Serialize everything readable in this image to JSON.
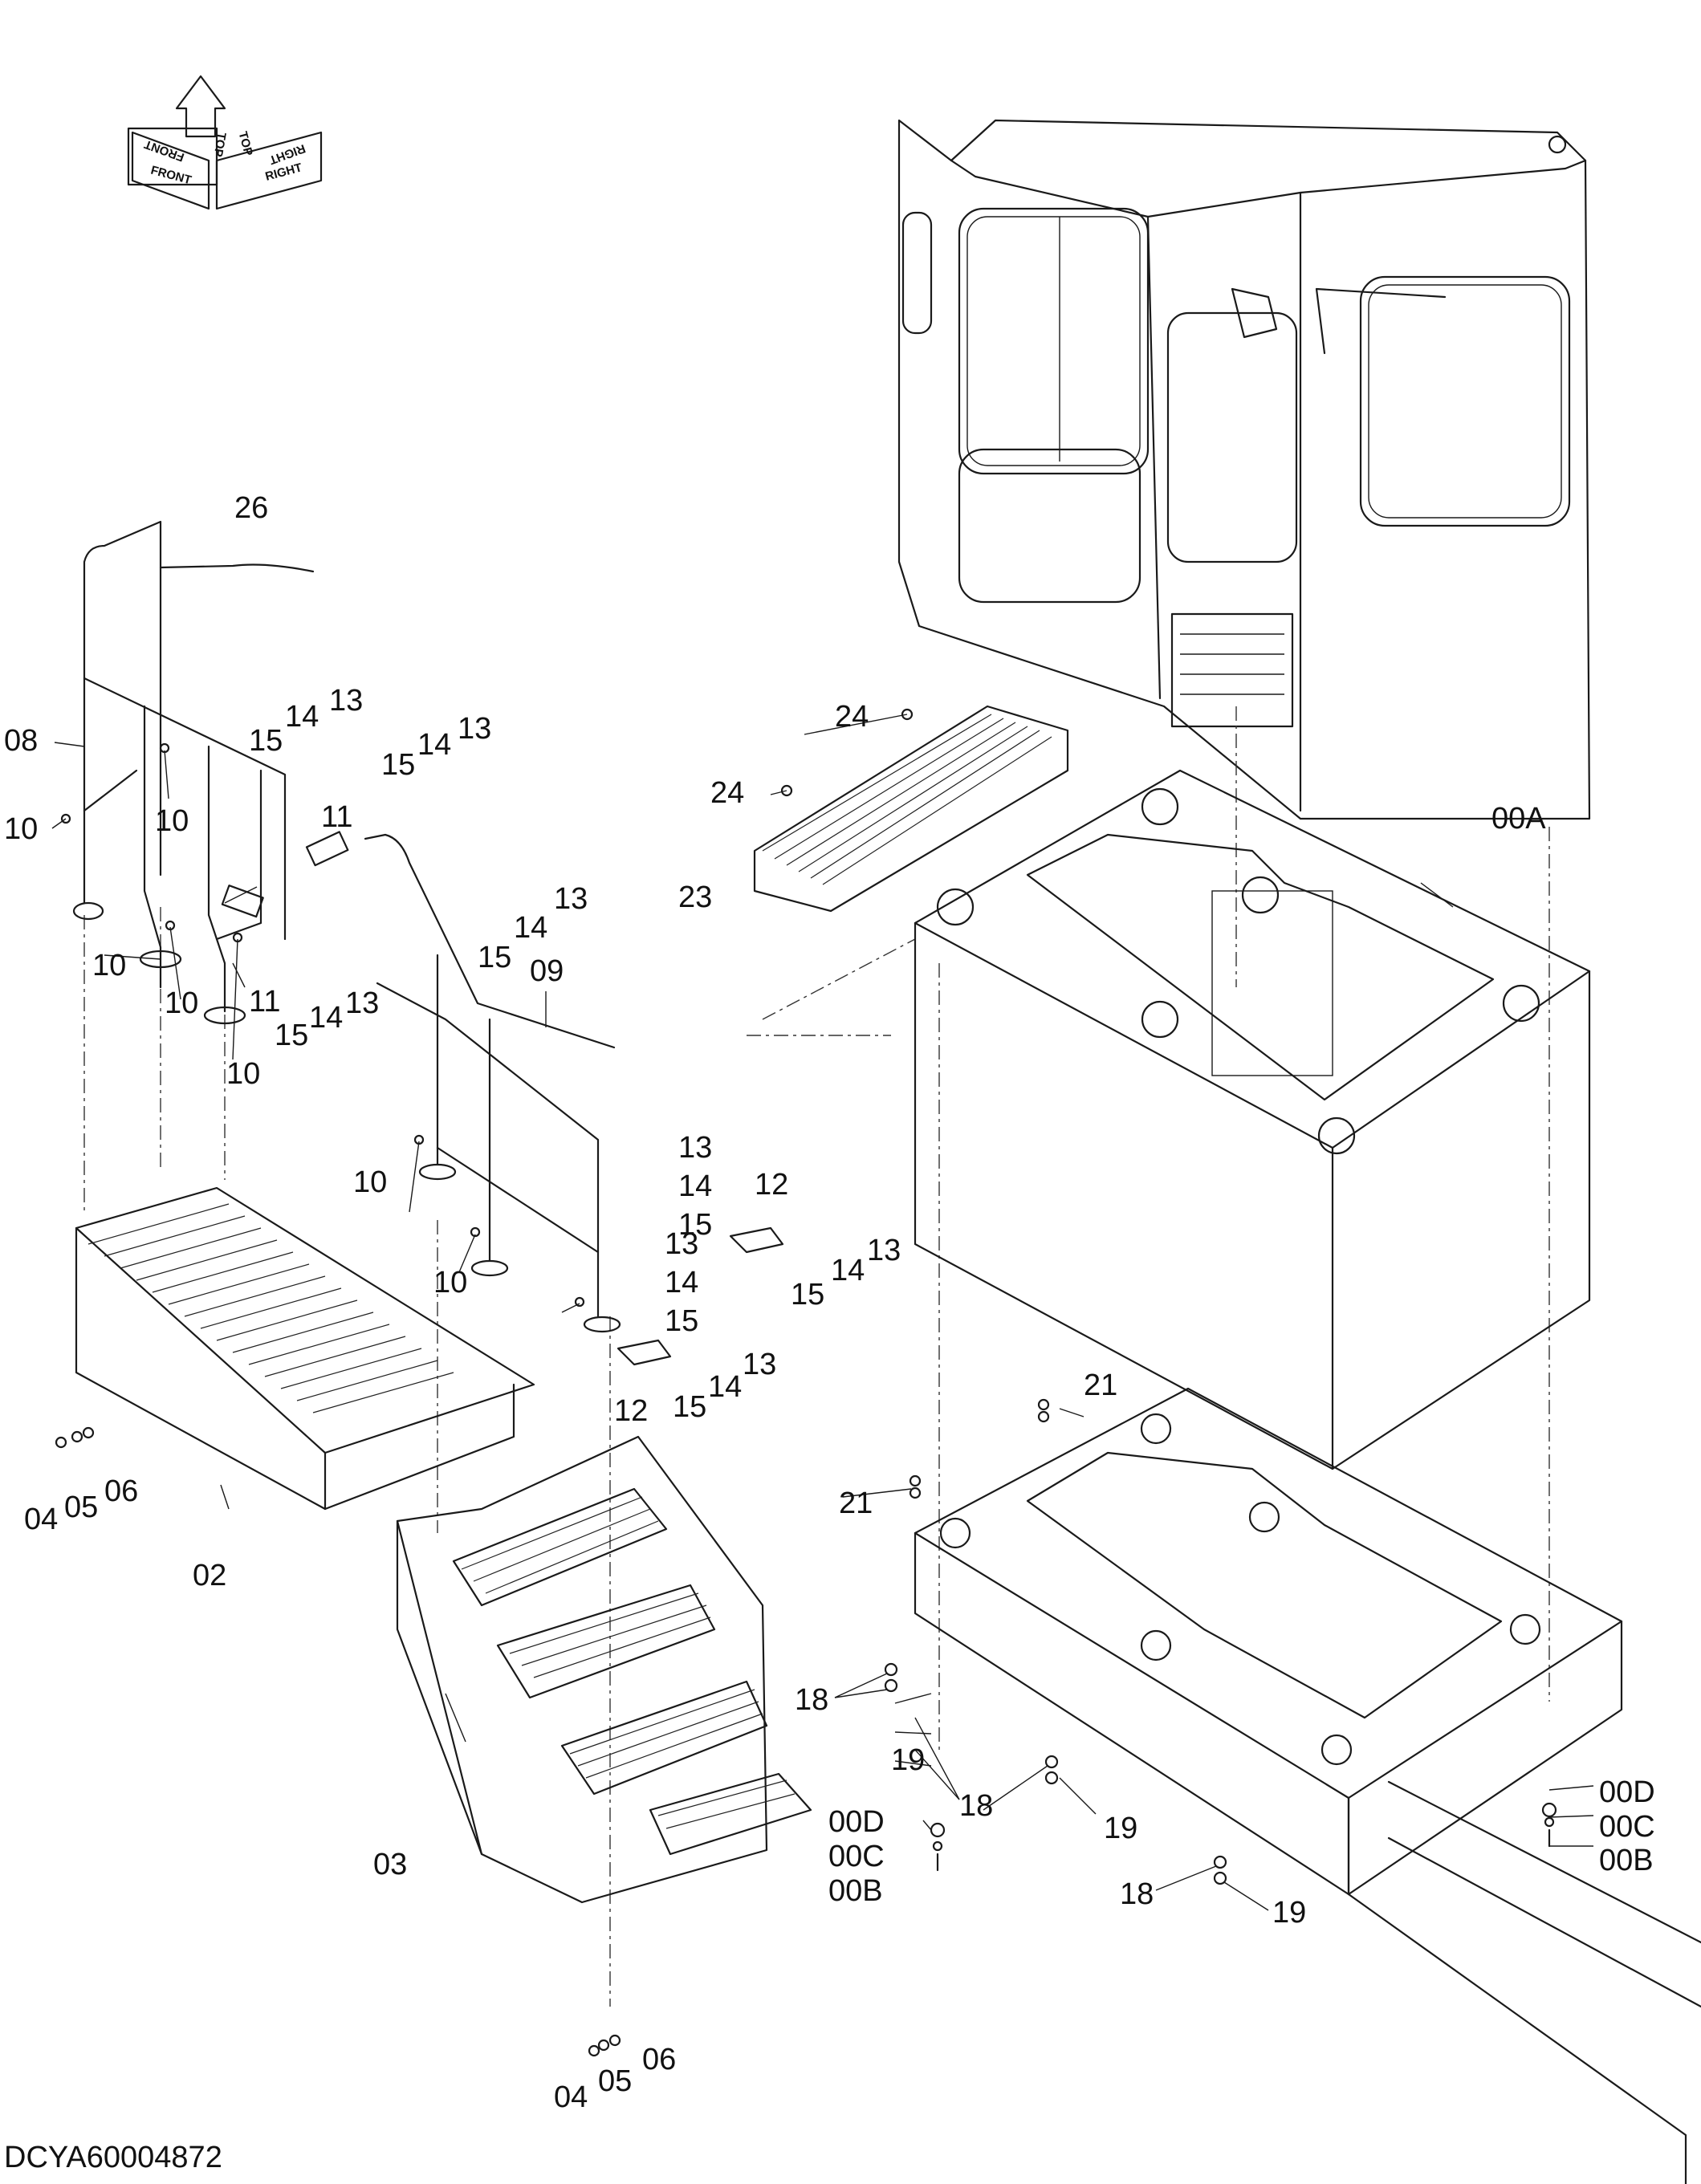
{
  "orientation_indicator": {
    "front": "FRONT",
    "top": "TOP",
    "right": "RIGHT"
  },
  "callouts": [
    {
      "id": "26"
    },
    {
      "id": "08"
    },
    {
      "id": "10"
    },
    {
      "id": "15"
    },
    {
      "id": "14"
    },
    {
      "id": "13"
    },
    {
      "id": "11"
    },
    {
      "id": "09"
    },
    {
      "id": "12"
    },
    {
      "id": "02"
    },
    {
      "id": "03"
    },
    {
      "id": "04"
    },
    {
      "id": "05"
    },
    {
      "id": "06"
    },
    {
      "id": "23"
    },
    {
      "id": "24"
    },
    {
      "id": "00A"
    },
    {
      "id": "21"
    },
    {
      "id": "18"
    },
    {
      "id": "19"
    },
    {
      "id": "00B"
    },
    {
      "id": "00C"
    },
    {
      "id": "00D"
    }
  ],
  "labels": {
    "l26": "26",
    "l08": "08",
    "l10a": "10",
    "l10b": "10",
    "l10c": "10",
    "l10d": "10",
    "l10e": "10",
    "l10f": "10",
    "l10g": "10",
    "l15a": "15",
    "l14a": "14",
    "l13a": "13",
    "l15b": "15",
    "l14b": "14",
    "l13b": "13",
    "l11a": "11",
    "l11b": "11",
    "l13c": "13",
    "l14c": "14",
    "l15c": "15",
    "l15d": "15",
    "l14d": "14",
    "l13d": "13",
    "l09": "09",
    "l13e": "13",
    "l14e": "14",
    "l15e": "15",
    "l12a": "12",
    "l13f": "13",
    "l14f": "14",
    "l15f": "15",
    "l13g": "13",
    "l14g": "14",
    "l15g": "15",
    "l12b": "12",
    "l15h": "15",
    "l14h": "14",
    "l13h": "13",
    "l04a": "04",
    "l05a": "05",
    "l06a": "06",
    "l02": "02",
    "l03": "03",
    "l04b": "04",
    "l05b": "05",
    "l06b": "06",
    "l24a": "24",
    "l24b": "24",
    "l23": "23",
    "l00A": "00A",
    "l21a": "21",
    "l21b": "21",
    "l18a": "18",
    "l19a": "19",
    "l18b": "18",
    "l19b": "19",
    "l18c": "18",
    "l19c": "19",
    "l00Da": "00D",
    "l00Ca": "00C",
    "l00Ba": "00B",
    "l00Db": "00D",
    "l00Cb": "00C",
    "l00Bb": "00B"
  },
  "drawing_code": "DCYA60004872"
}
